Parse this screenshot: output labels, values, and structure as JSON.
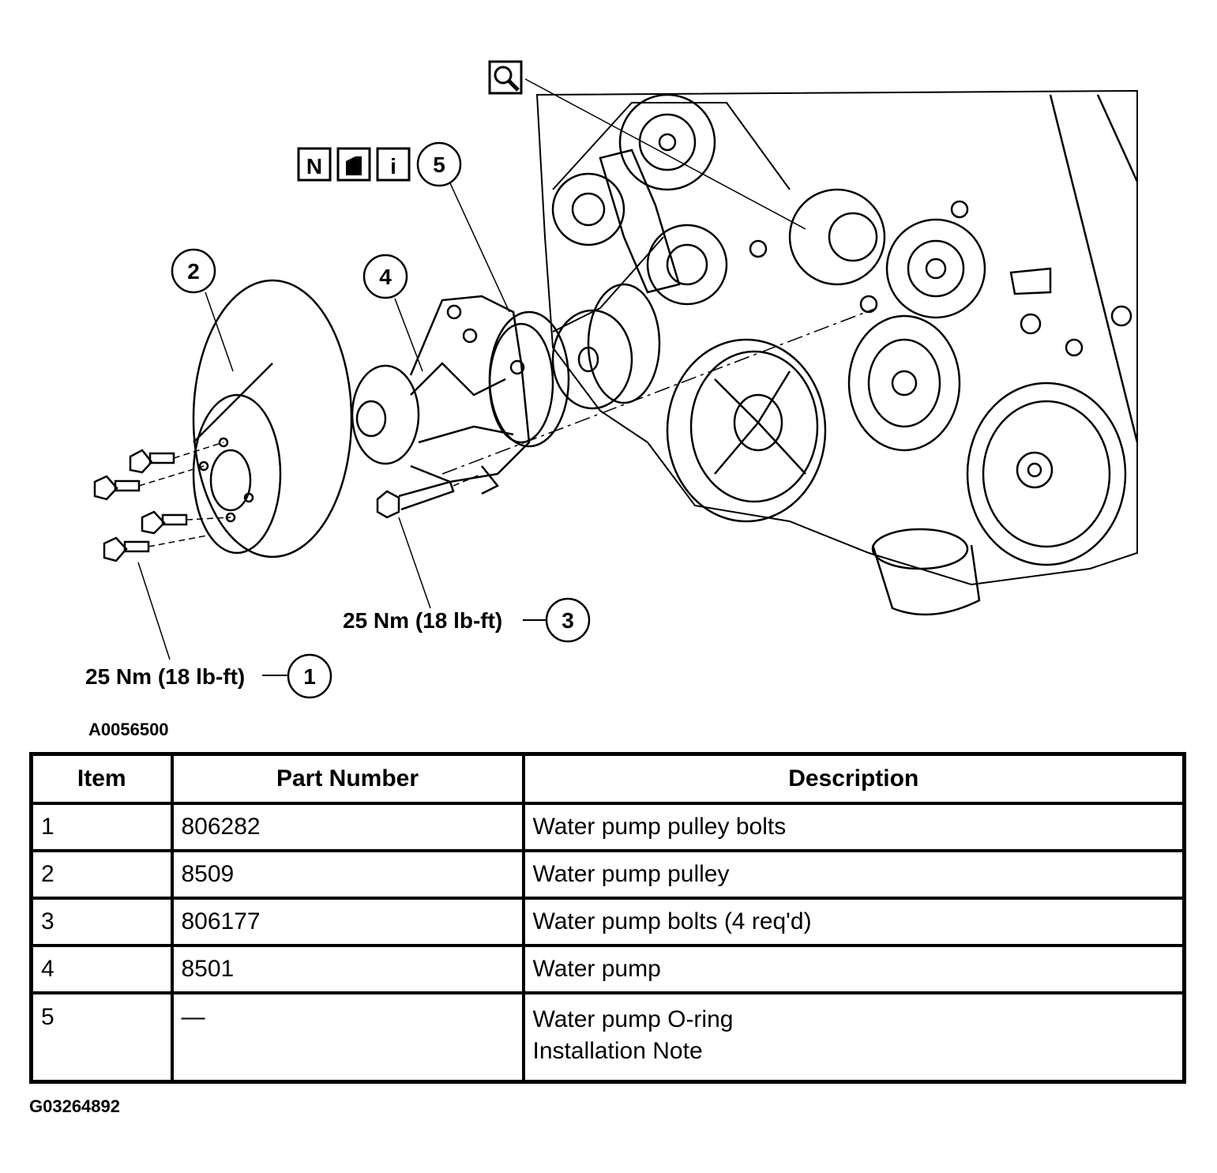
{
  "diagram": {
    "callouts": [
      {
        "id": "callout-1",
        "number": "1"
      },
      {
        "id": "callout-2",
        "number": "2"
      },
      {
        "id": "callout-3",
        "number": "3"
      },
      {
        "id": "callout-4",
        "number": "4"
      },
      {
        "id": "callout-5",
        "number": "5"
      }
    ],
    "torque_label_1": "25 Nm (18 lb-ft)",
    "torque_label_3": "25 Nm (18 lb-ft)",
    "icon_letters": {
      "n": "N",
      "i": "i"
    },
    "icons": [
      "magnifier-icon",
      "n-icon",
      "fuel-icon",
      "info-icon"
    ]
  },
  "figure_id": "A0056500",
  "table": {
    "headers": {
      "item": "Item",
      "part_number": "Part Number",
      "description": "Description"
    },
    "rows": [
      {
        "item": "1",
        "part_number": "806282",
        "description": [
          "Water pump pulley bolts"
        ]
      },
      {
        "item": "2",
        "part_number": "8509",
        "description": [
          "Water pump pulley"
        ]
      },
      {
        "item": "3",
        "part_number": "806177",
        "description": [
          "Water pump bolts (4 req'd)"
        ]
      },
      {
        "item": "4",
        "part_number": "8501",
        "description": [
          "Water pump"
        ]
      },
      {
        "item": "5",
        "part_number": "—",
        "description": [
          "Water pump O-ring",
          "Installation Note"
        ]
      }
    ]
  },
  "graphic_id": "G03264892"
}
